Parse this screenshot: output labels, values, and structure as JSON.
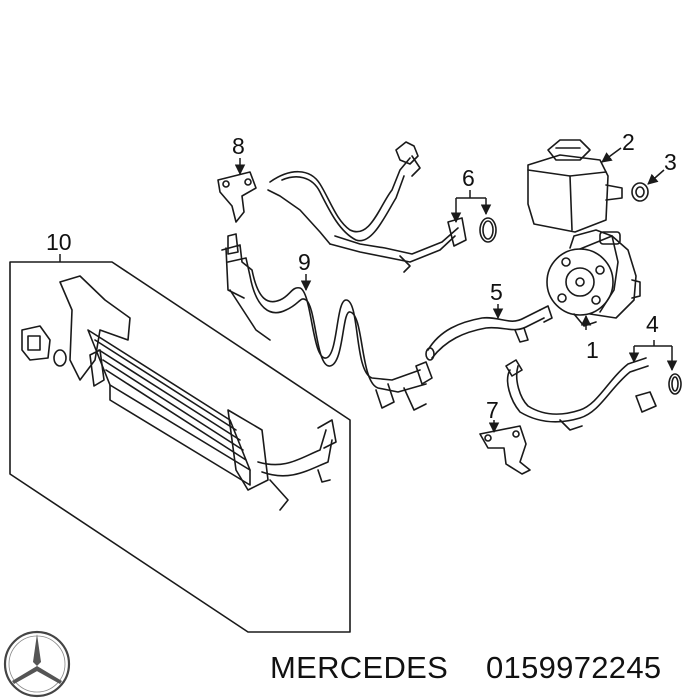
{
  "callouts": {
    "c1": "1",
    "c2": "2",
    "c3": "3",
    "c4": "4",
    "c5": "5",
    "c6": "6",
    "c7": "7",
    "c8": "8",
    "c9": "9",
    "c10": "10"
  },
  "footer": {
    "brand": "MERCEDES",
    "part_number": "0159972245"
  },
  "icons": {
    "brand_logo": "mercedes-star-logo"
  }
}
